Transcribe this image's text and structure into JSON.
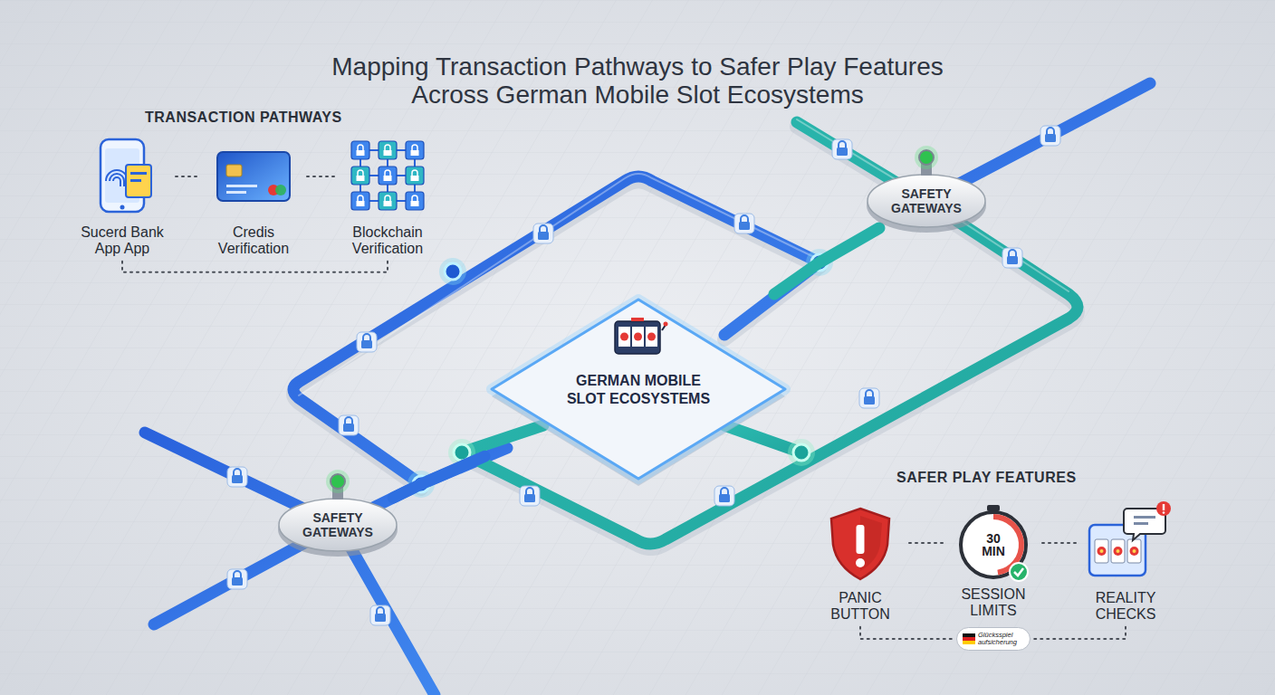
{
  "diagram": {
    "title": "Mapping Transaction Pathways to Safer Play Features Across German Mobile Slot Ecosystems",
    "nodes": [
      {
        "text": [
          "Sucerd Bank App App"
        ]
      },
      {
        "text": [
          "Credis Verification"
        ]
      },
      {
        "text": [
          "Blockchain Verification"
        ]
      },
      {
        "text": [
          "SAFETY GATEWAYS"
        ]
      },
      {
        "text": [
          "GERMAN MOBILE SLOT ECOSYSTEMS"
        ]
      },
      {
        "text": [
          "SAFETY GATEWAYS"
        ]
      },
      {
        "text": [
          "PANIC BUTTON"
        ]
      },
      {
        "text": [
          "30 MIN",
          "SESSION LIMITS"
        ]
      },
      {
        "text": [
          "REALITY CHECKS"
        ]
      },
      {
        "text": [
          "Glücksspiel aufsicherung"
        ]
      }
    ],
    "edges": [
      {
        "from": 0,
        "to": 1,
        "arrow": "none"
      },
      {
        "from": 1,
        "to": 2,
        "arrow": "none"
      },
      {
        "from": 0,
        "to": 2,
        "arrow": "none"
      },
      {
        "from": 3,
        "to": 4,
        "arrow": "none"
      },
      {
        "from": 5,
        "to": 4,
        "arrow": "none"
      },
      {
        "from": 6,
        "to": 7,
        "arrow": "none"
      },
      {
        "from": 7,
        "to": 8,
        "arrow": "none"
      },
      {
        "from": 6,
        "to": 9,
        "arrow": "none"
      },
      {
        "from": 8,
        "to": 9,
        "arrow": "none"
      }
    ],
    "labels": [
      "TRANSACTION PATHWAYS",
      "SAFER PLAY FEATURES"
    ]
  }
}
